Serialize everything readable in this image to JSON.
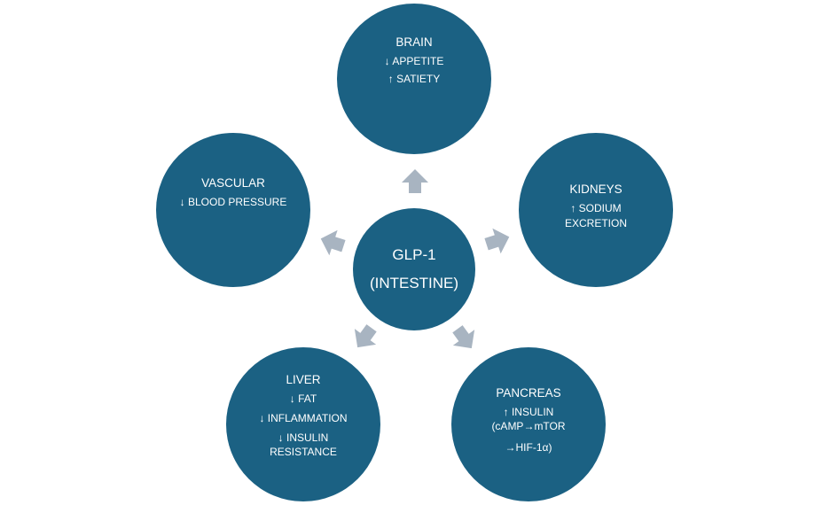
{
  "center": {
    "line1": "GLP-1",
    "line2": "(INTESTINE)"
  },
  "organs": {
    "brain": {
      "title": "BRAIN",
      "lines": [
        "↓ APPETITE",
        "↑ SATIETY"
      ]
    },
    "kidneys": {
      "title": "KIDNEYS",
      "lines": [
        "↑ SODIUM",
        "EXCRETION"
      ]
    },
    "pancreas": {
      "title": "PANCREAS",
      "lines": [
        "↑ INSULIN",
        "(cAMP→mTOR",
        "→HIF-1α)"
      ]
    },
    "liver": {
      "title": "LIVER",
      "lines": [
        "↓ FAT",
        "↓ INFLAMMATION",
        "↓ INSULIN",
        "RESISTANCE"
      ]
    },
    "vascular": {
      "title": "VASCULAR",
      "lines": [
        "↓ BLOOD PRESSURE"
      ]
    }
  },
  "colors": {
    "circle": "#1b6183",
    "arrow": "#a8b4c1",
    "text": "#ffffff"
  }
}
